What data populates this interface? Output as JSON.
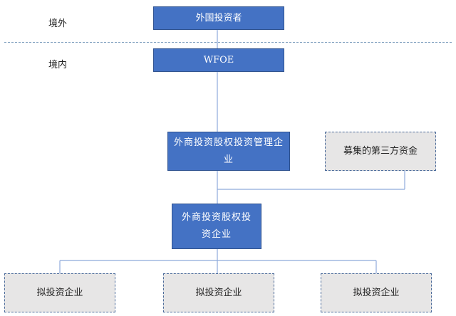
{
  "regions": {
    "outside": "境外",
    "inside": "境内"
  },
  "nodes": {
    "foreign_investor": "外国投资者",
    "wfoe": "WFOE",
    "management_firm": "外商投资股权投资管理企业",
    "third_party_funds": "募集的第三方资金",
    "equity_enterprise": "外商投资股权投资企业",
    "target_1": "拟投资企业",
    "target_2": "拟投资企业",
    "target_3": "拟投资企业"
  },
  "colors": {
    "blue_box": "#4472c4",
    "gray_box": "#e7e6e6",
    "connector": "#8eaadb"
  }
}
